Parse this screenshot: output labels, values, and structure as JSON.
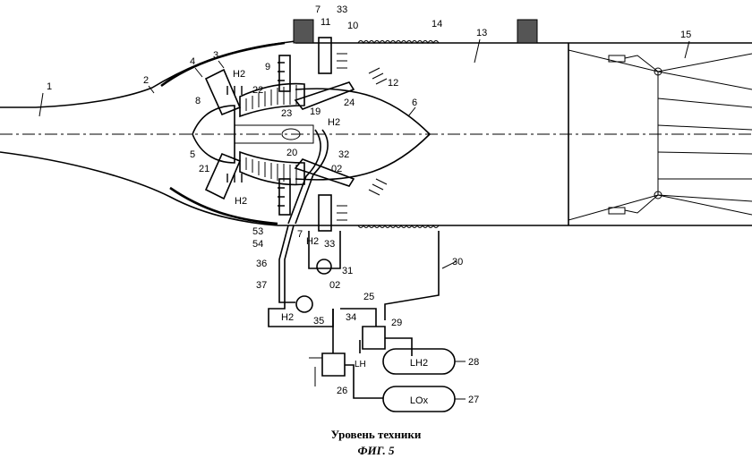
{
  "figure": {
    "caption_line1": "Уровень техники",
    "caption_line2": "ФИГ. 5"
  },
  "tanks": {
    "lh2": {
      "label": "LH2",
      "number": "28"
    },
    "lox": {
      "label": "LOx",
      "number": "27"
    }
  },
  "labels": {
    "h2_a": "H2",
    "h2_b": "H2",
    "h2_c": "H2",
    "h2_d": "H2",
    "h2_e": "H2",
    "h2_f": "H2",
    "o2_a": "02",
    "o2_b": "02",
    "lh": "LH"
  },
  "numbers": {
    "n1": "1",
    "n2": "2",
    "n3": "3",
    "n4": "4",
    "n5": "5",
    "n6": "6",
    "n7a": "7",
    "n7b": "7",
    "n8": "8",
    "n9": "9",
    "n10": "10",
    "n11": "11",
    "n12": "12",
    "n13": "13",
    "n14": "14",
    "n15": "15",
    "n19": "19",
    "n20": "20",
    "n21": "21",
    "n22": "22",
    "n23": "23",
    "n24": "24",
    "n25": "25",
    "n26": "26",
    "n29": "29",
    "n30": "30",
    "n31": "31",
    "n32": "32",
    "n33a": "33",
    "n33b": "33",
    "n34": "34",
    "n35": "35",
    "n36": "36",
    "n37": "37",
    "n53": "53",
    "n54": "54"
  }
}
